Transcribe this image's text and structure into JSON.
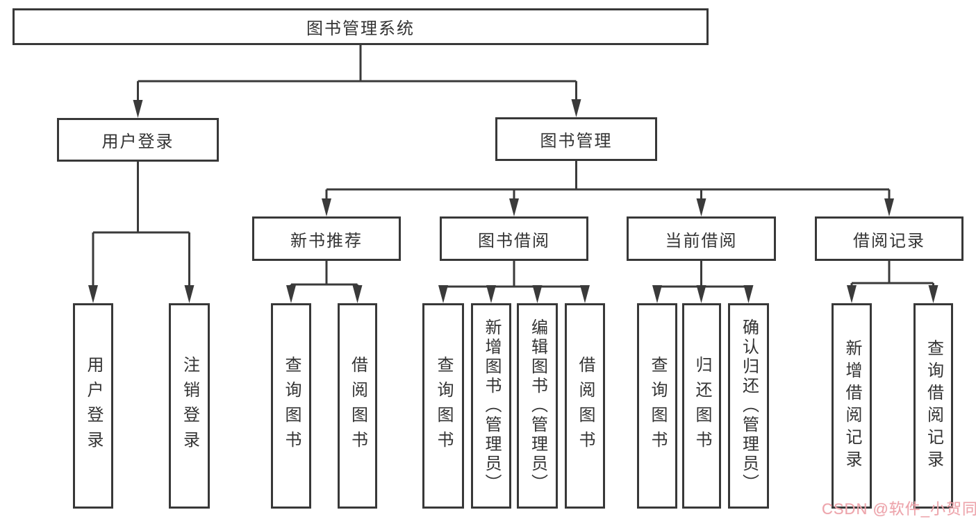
{
  "diagram_title": "图书管理系统",
  "colors": {
    "line": "#3a3a3a",
    "box_border": "#383838",
    "text": "#333333",
    "background": "#ffffff",
    "watermark": "#eda4ab"
  },
  "watermark": "CSDN @软件_小贺同学",
  "nodes": {
    "root": {
      "label": "图书管理系统"
    },
    "level1": [
      {
        "label": "用户登录"
      },
      {
        "label": "图书管理"
      }
    ],
    "level2": [
      {
        "label": "新书推荐"
      },
      {
        "label": "图书借阅"
      },
      {
        "label": "当前借阅"
      },
      {
        "label": "借阅记录"
      }
    ],
    "leaves": {
      "user_login": [
        "用户登录",
        "注销登录"
      ],
      "new_book": [
        "查询图书",
        "借阅图书"
      ],
      "book_borrow": [
        "查询图书",
        "新增图书（管理员）",
        "编辑图书（管理员）",
        "借阅图书"
      ],
      "current_borrow": [
        "查询图书",
        "归还图书",
        "确认归还（管理员）"
      ],
      "borrow_record": [
        "新增借阅记录",
        "查询借阅记录"
      ]
    }
  }
}
